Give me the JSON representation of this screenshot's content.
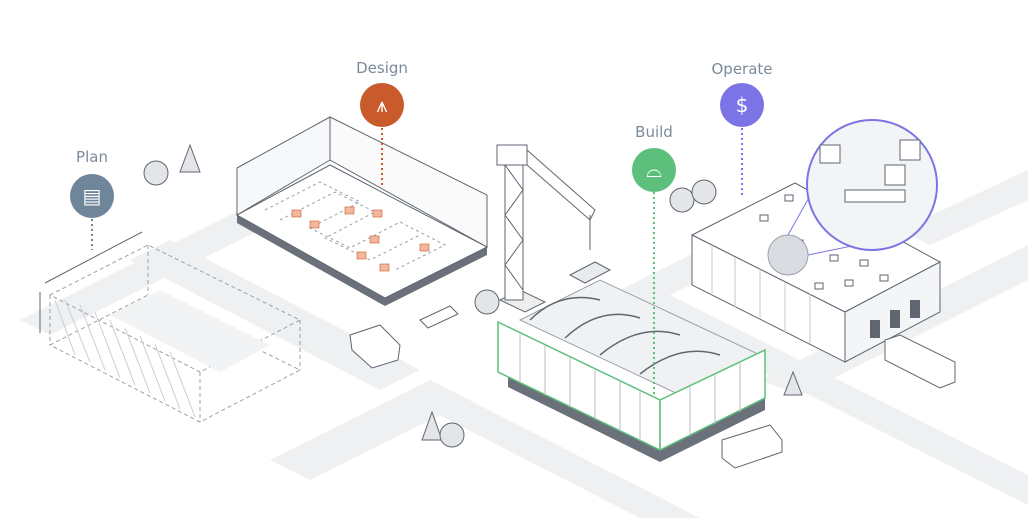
{
  "stages": [
    {
      "id": "plan",
      "label": "Plan",
      "icon": "clipboard-check-icon",
      "color": "#6f8599",
      "glyph": "📋"
    },
    {
      "id": "design",
      "label": "Design",
      "icon": "compass-drafting-icon",
      "color": "#c95a2c",
      "glyph": "⩚"
    },
    {
      "id": "build",
      "label": "Build",
      "icon": "hard-hat-icon",
      "color": "#5cbf7c",
      "glyph": "⛑"
    },
    {
      "id": "operate",
      "label": "Operate",
      "icon": "dollar-icon",
      "color": "#7b74e6",
      "glyph": "$"
    }
  ],
  "colors": {
    "road": "#eef0f2",
    "line": "#5f6670",
    "outline": "#9aa1a9"
  }
}
